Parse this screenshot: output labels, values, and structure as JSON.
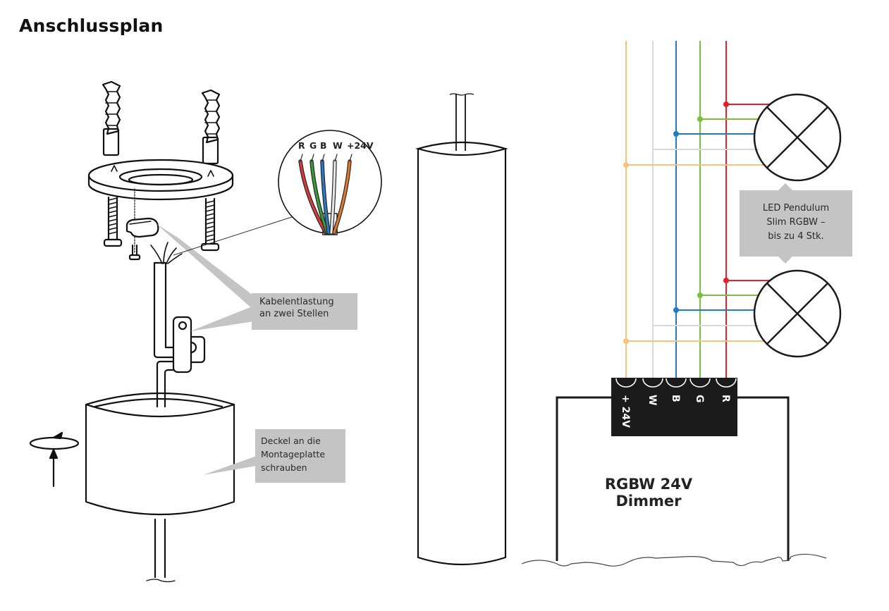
{
  "page": {
    "title": "Anschlussplan"
  },
  "detail_view": {
    "wire_labels": [
      "R",
      "G",
      "B",
      "W",
      "+24V"
    ],
    "wire_colors": [
      "#d63a3a",
      "#3a9a3a",
      "#2f78c0",
      "#e6e6e6",
      "#e07a2a"
    ]
  },
  "callouts": {
    "strain_relief": [
      "Kabelentlastung",
      "an zwei Stellen"
    ],
    "cover": [
      "Deckel an die",
      "Montageplatte",
      "schrauben"
    ],
    "led_pendulum": [
      "LED Pendulum",
      "Slim RGBW –",
      "bis zu 4 Stk."
    ]
  },
  "wiring": {
    "bus_lines": [
      {
        "id": "24v",
        "label": "+ 24V",
        "color": "#f7c27a"
      },
      {
        "id": "w",
        "label": "W",
        "color": "#d9d9d9"
      },
      {
        "id": "b",
        "label": "B",
        "color": "#1f7ac9"
      },
      {
        "id": "g",
        "label": "G",
        "color": "#7bbf3e"
      },
      {
        "id": "r",
        "label": "R",
        "color": "#e4202a"
      }
    ],
    "lamp_count_shown": 2
  },
  "dimmer": {
    "label": [
      "RGBW 24V",
      "Dimmer"
    ],
    "terminal_labels": [
      "+ 24V",
      "W",
      "B",
      "G",
      "R"
    ]
  }
}
